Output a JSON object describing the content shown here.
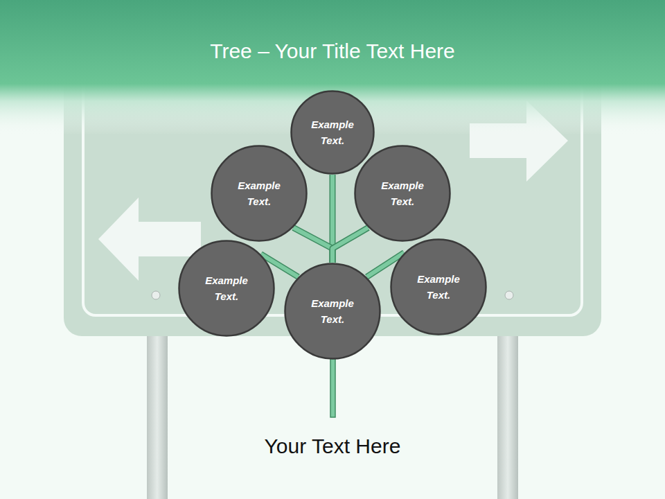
{
  "diagram": {
    "title": "Tree – Your Title Text Here",
    "caption": "Your Text Here",
    "nodes": [
      {
        "text": [
          "Example Text."
        ]
      },
      {
        "text": [
          "Example Text."
        ]
      },
      {
        "text": [
          "Example Text."
        ]
      },
      {
        "text": [
          "Example Text."
        ]
      },
      {
        "text": [
          "Example Text."
        ]
      },
      {
        "text": [
          "Example Text."
        ]
      }
    ],
    "edges": [
      {
        "from": 5,
        "to": 0,
        "arrow": "none"
      },
      {
        "from": 5,
        "to": 1,
        "arrow": "none"
      },
      {
        "from": 5,
        "to": 2,
        "arrow": "none"
      },
      {
        "from": 5,
        "to": 3,
        "arrow": "none"
      },
      {
        "from": 5,
        "to": 4,
        "arrow": "none"
      }
    ]
  }
}
